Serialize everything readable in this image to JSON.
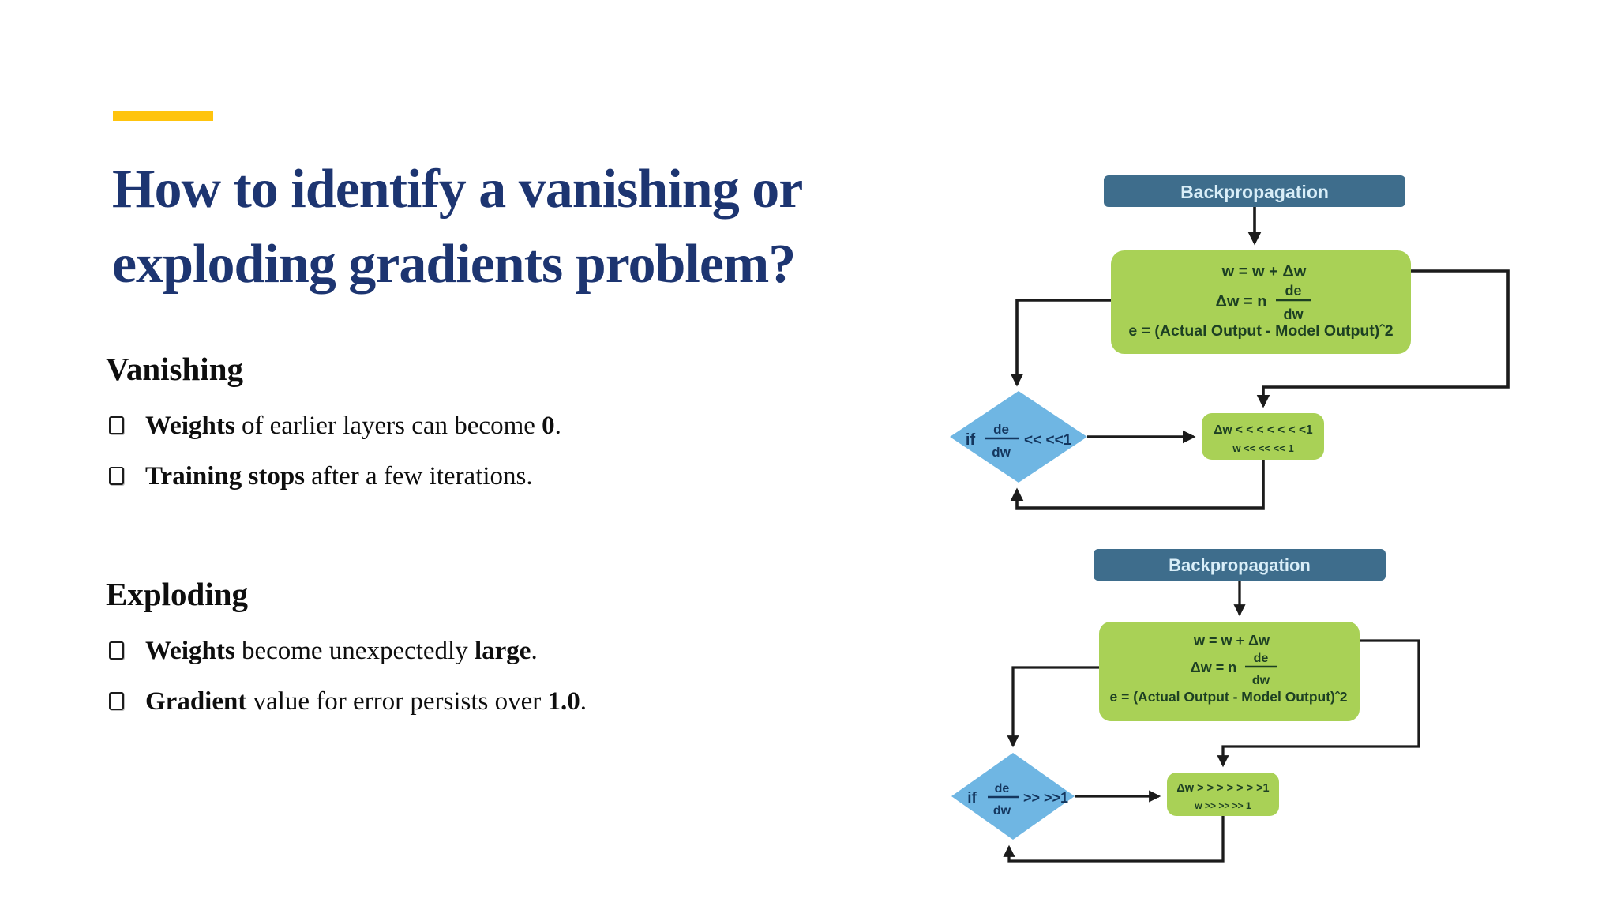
{
  "slide": {
    "accent_color": "#FFC40E",
    "background": "#FFFFFF",
    "title": {
      "line1": "How to identify a vanishing or",
      "line2": "exploding gradients problem?",
      "color": "#1d3571"
    },
    "sections": [
      {
        "heading": "Vanishing",
        "bullets": [
          {
            "segments": [
              {
                "t": "Weights",
                "b": true
              },
              {
                "t": " of earlier layers can become ",
                "b": false
              },
              {
                "t": "0",
                "b": true
              },
              {
                "t": ".",
                "b": false
              }
            ]
          },
          {
            "segments": [
              {
                "t": "Training stops",
                "b": true
              },
              {
                "t": " after a few iterations.",
                "b": false
              },
              {
                "t": "",
                "b": true
              },
              {
                "t": "",
                "b": false
              }
            ]
          }
        ]
      },
      {
        "heading": "Exploding",
        "bullets": [
          {
            "segments": [
              {
                "t": "Weights",
                "b": true
              },
              {
                "t": " become unexpectedly ",
                "b": false
              },
              {
                "t": "large",
                "b": true
              },
              {
                "t": ".",
                "b": false
              }
            ]
          },
          {
            "segments": [
              {
                "t": "Gradient",
                "b": true
              },
              {
                "t": " value for error persists over ",
                "b": false
              },
              {
                "t": "1.0",
                "b": true
              },
              {
                "t": ".",
                "b": false
              }
            ]
          }
        ]
      }
    ]
  },
  "flowcharts": {
    "colors": {
      "header_fill": "#3e6d8c",
      "header_text": "#d9eef8",
      "process_fill": "#a9d156",
      "decision_fill": "#6fb6e3",
      "decision_text": "#14365e",
      "equation_text": "#1d4023",
      "line": "#1b1b1b"
    },
    "top": {
      "header": "Backpropagation",
      "eq1": "w = w + Δw",
      "eq2_left": "Δw = n",
      "eq2_num": "de",
      "eq2_den": "dw",
      "eq3": "e = (Actual Output - Model Output)ˆ2",
      "decision_if": "if",
      "decision_num": "de",
      "decision_den": "dw",
      "decision_cmp": "<< <<1",
      "result_line1": "Δw < < < < < < <1",
      "result_line2": "w << << << 1"
    },
    "bottom": {
      "header": "Backpropagation",
      "eq1": "w = w + Δw",
      "eq2_left": "Δw = n",
      "eq2_num": "de",
      "eq2_den": "dw",
      "eq3": "e = (Actual Output - Model Output)ˆ2",
      "decision_if": "if",
      "decision_num": "de",
      "decision_den": "dw",
      "decision_cmp": ">> >>1",
      "result_line1": "Δw > > > > > > >1",
      "result_line2": "w >> >> >> 1"
    }
  }
}
